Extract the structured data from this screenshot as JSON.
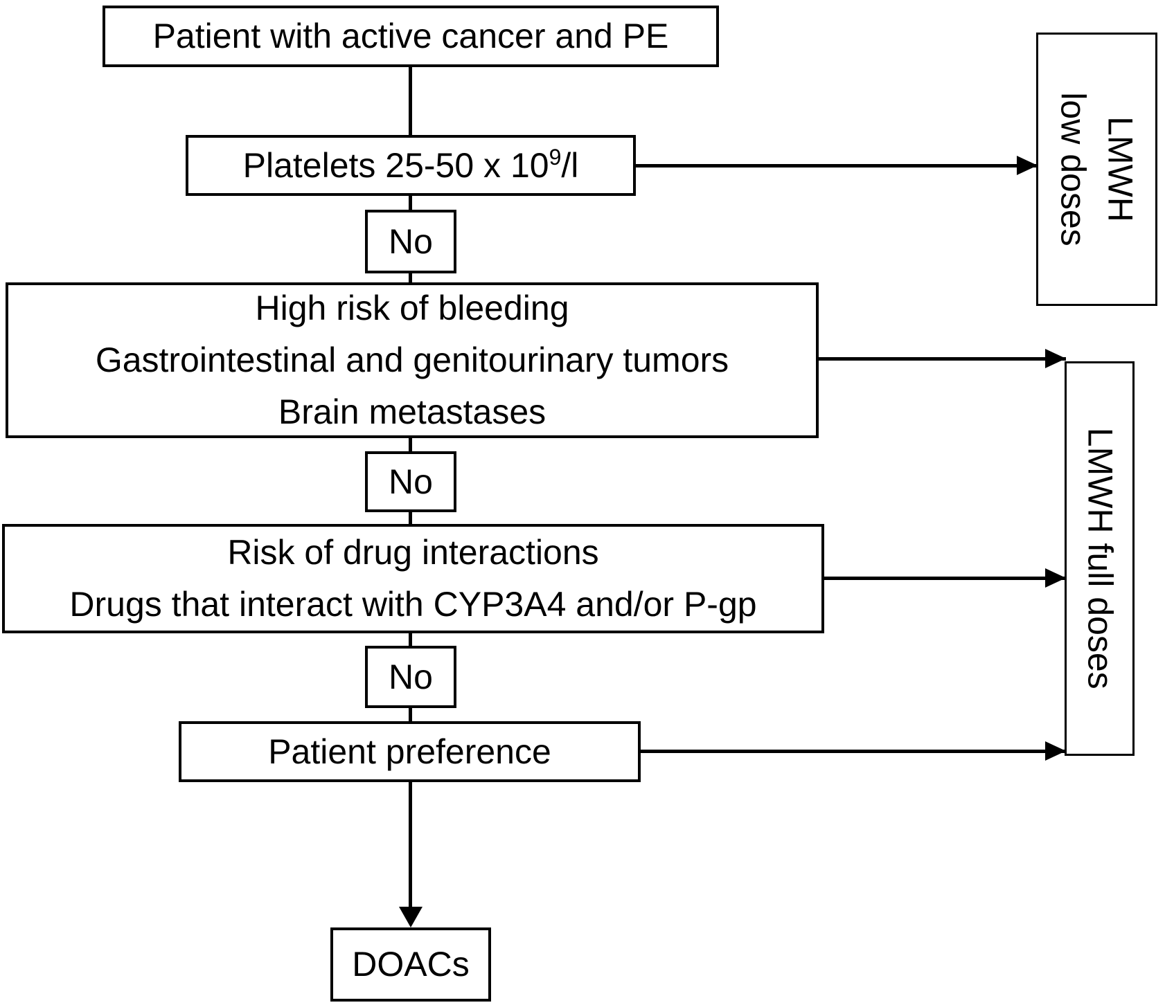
{
  "diagram": {
    "title_implicit": "Treatment decision flowchart for patient with active cancer and PE",
    "nodes": {
      "patient": {
        "label": "Patient with active cancer and PE"
      },
      "platelets": {
        "prefix": "Platelets 25-50 x 10",
        "superscript": "9",
        "suffix": "/l"
      },
      "no_after_platelets": {
        "label": "No"
      },
      "high_risk": {
        "line1": "High risk of bleeding",
        "line2": "Gastrointestinal and genitourinary tumors",
        "line3": "Brain metastases"
      },
      "no_after_high_risk": {
        "label": "No"
      },
      "drug_interactions": {
        "line1": "Risk of drug interactions",
        "line2": "Drugs that interact with CYP3A4 and/or P-gp"
      },
      "no_after_drug_interactions": {
        "label": "No"
      },
      "patient_preference": {
        "label": "Patient preference"
      },
      "doacs": {
        "label": "DOACs"
      },
      "lmwh_low": {
        "line1": "LMWH",
        "line2": "low doses"
      },
      "lmwh_full": {
        "label": "LMWH full doses"
      }
    },
    "colors": {
      "stroke": "#000000",
      "text": "#000000",
      "background": "#ffffff"
    }
  }
}
